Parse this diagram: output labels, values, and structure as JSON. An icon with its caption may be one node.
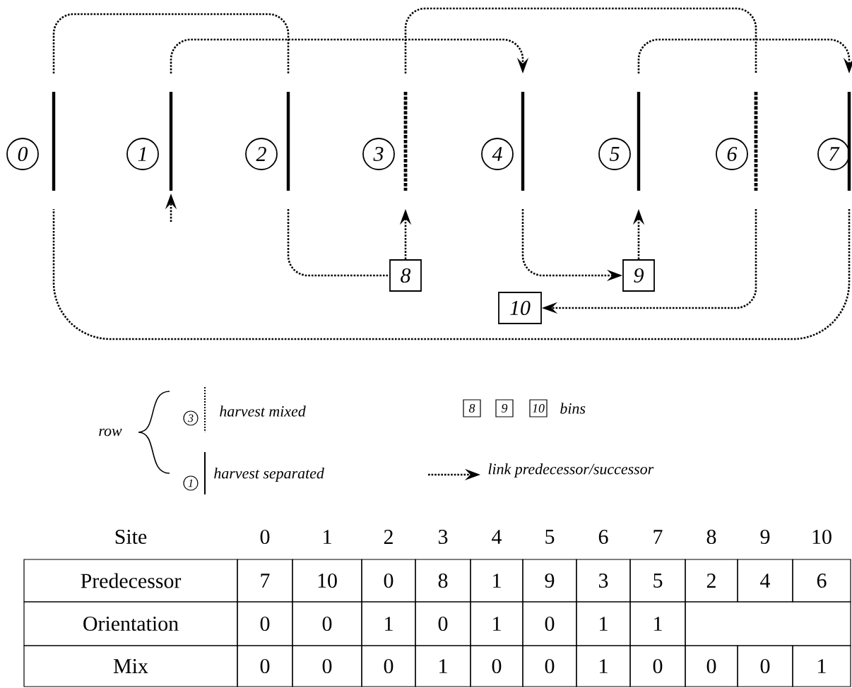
{
  "diagram": {
    "nodes": [
      {
        "text": [
          "0"
        ]
      },
      {
        "text": [
          "1"
        ]
      },
      {
        "text": [
          "2"
        ]
      },
      {
        "text": [
          "3"
        ]
      },
      {
        "text": [
          "4"
        ]
      },
      {
        "text": [
          "5"
        ]
      },
      {
        "text": [
          "6"
        ]
      },
      {
        "text": [
          "7"
        ]
      },
      {
        "text": [
          "8"
        ]
      },
      {
        "text": [
          "9"
        ]
      },
      {
        "text": [
          "10"
        ]
      }
    ],
    "edges": [
      {
        "from": 0,
        "to": 2,
        "arrow": "none"
      },
      {
        "from": 1,
        "to": 4,
        "arrow": "to"
      },
      {
        "from": 3,
        "to": 6,
        "arrow": "none"
      },
      {
        "from": 5,
        "to": 7,
        "arrow": "to"
      },
      {
        "from": 2,
        "to": 8,
        "arrow": "none"
      },
      {
        "from": 8,
        "to": 3,
        "arrow": "to"
      },
      {
        "from": 4,
        "to": 9,
        "arrow": "to"
      },
      {
        "from": 9,
        "to": 5,
        "arrow": "to"
      },
      {
        "from": 6,
        "to": 10,
        "arrow": "to"
      },
      {
        "from": 7,
        "to": 0,
        "arrow": "none"
      },
      {
        "from": null,
        "to": 1,
        "arrow": "to"
      }
    ],
    "labels": [
      "row",
      "3",
      "1",
      "8",
      "9",
      "10",
      "Site",
      "0",
      "1",
      "2",
      "3",
      "4",
      "5",
      "6",
      "7",
      "8",
      "9",
      "10",
      "Predecessor",
      "7",
      "10",
      "0",
      "8",
      "1",
      "9",
      "3",
      "5",
      "2",
      "4",
      "6",
      "Orientation",
      "0",
      "0",
      "1",
      "0",
      "1",
      "0",
      "1",
      "1",
      "Mix",
      "0",
      "0",
      "0",
      "1",
      "0",
      "0",
      "1",
      "0",
      "0",
      "0",
      "1"
    ],
    "legend": [
      {
        "text": "harvest mixed"
      },
      {
        "text": "harvest separated"
      },
      {
        "text": "bins"
      },
      {
        "text": "link predecessor/successor"
      }
    ]
  }
}
